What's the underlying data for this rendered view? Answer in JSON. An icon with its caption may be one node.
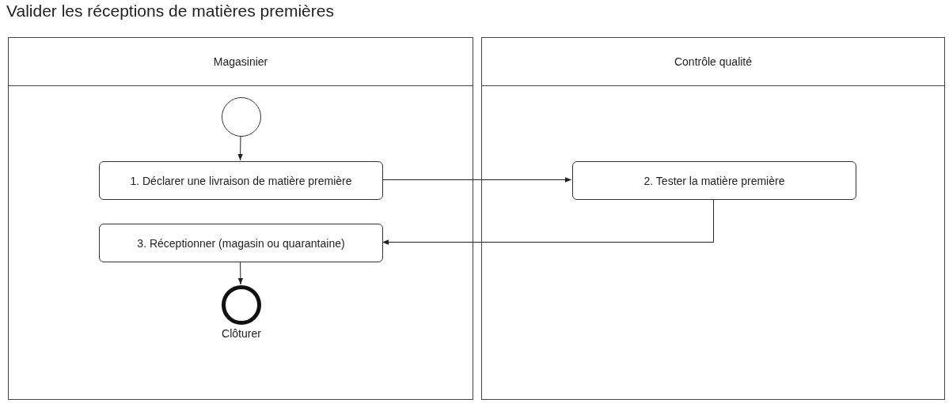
{
  "diagram": {
    "title": "Valider les réceptions de matières premières",
    "nodes": [
      {
        "text": [
          "Magasinier"
        ]
      },
      {
        "text": [
          "Contrôle qualité"
        ]
      },
      {
        "text": [],
        "shape": "circle",
        "in": 0
      },
      {
        "text": [
          "1. Déclarer une livraison de matière première"
        ],
        "in": 0
      },
      {
        "text": [
          "2. Tester la matière première"
        ],
        "in": 1
      },
      {
        "text": [
          "3. Réceptionner (magasin ou quarantaine)"
        ],
        "in": 0
      },
      {
        "text": [],
        "shape": "circle",
        "in": 0,
        "beside": [
          "Clôturer"
        ]
      }
    ],
    "edges": [
      {
        "from": 2,
        "to": 3,
        "arrow": "to"
      },
      {
        "from": 3,
        "to": 4,
        "arrow": "to"
      },
      {
        "from": 4,
        "to": 5,
        "arrow": "to"
      },
      {
        "from": 5,
        "to": 6,
        "arrow": "to"
      }
    ]
  }
}
